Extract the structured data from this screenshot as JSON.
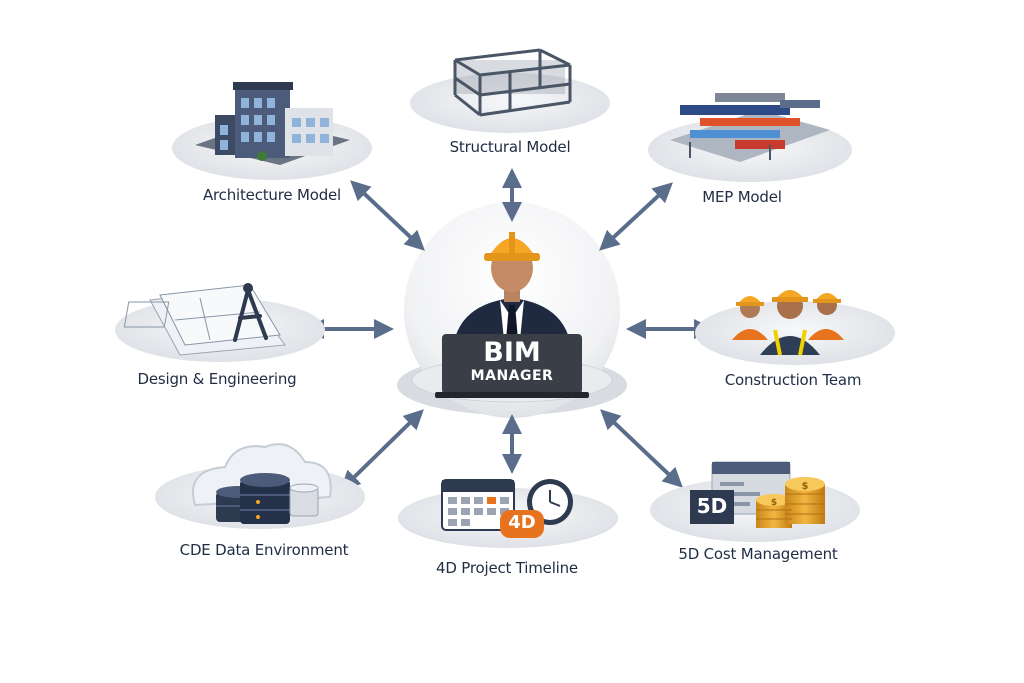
{
  "center": {
    "title": "BIM",
    "subtitle": "MANAGER"
  },
  "nodes": {
    "structural": {
      "label": "Structural Model"
    },
    "architecture": {
      "label": "Architecture Model"
    },
    "mep": {
      "label": "MEP Model"
    },
    "design": {
      "label": "Design & Engineering"
    },
    "construction": {
      "label": "Construction Team"
    },
    "cde": {
      "label": "CDE Data Environment"
    },
    "timeline": {
      "label": "4D Project Timeline",
      "badge": "4D"
    },
    "cost": {
      "label": "5D Cost Management",
      "badge": "5D"
    }
  },
  "colors": {
    "arrow": "#5a6e8c",
    "text": "#1f2d44",
    "platform": "#e6e8ec",
    "helmet": "#f5a623",
    "badge_orange": "#e8731f",
    "laptop": "#3a3f47"
  }
}
